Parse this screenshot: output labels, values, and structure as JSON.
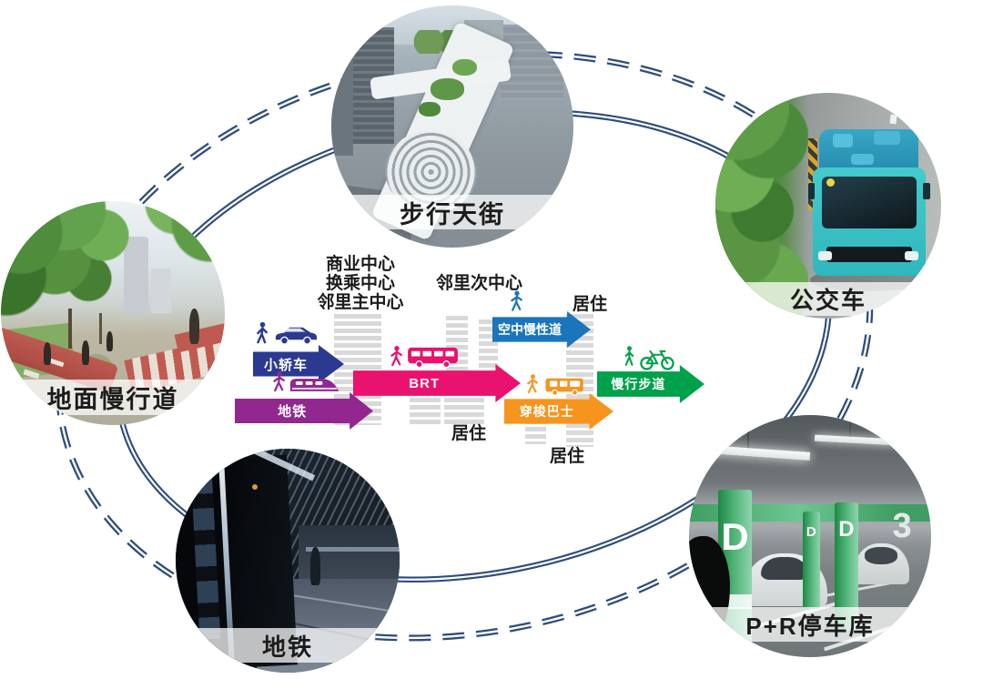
{
  "rings": {
    "color": "#2e4d7c",
    "outer_style": "dashed-double-line",
    "inner_style": "solid-double-line"
  },
  "photos": {
    "skywalk": {
      "label": "步行天街"
    },
    "bus": {
      "label": "公交车"
    },
    "parking": {
      "label": "P+R停车库",
      "pillar_letters": [
        "D",
        "D",
        "D"
      ],
      "wall_number": "3"
    },
    "metro": {
      "label": "地铁"
    },
    "greenway": {
      "label": "地面慢行道"
    }
  },
  "diagram": {
    "main_center_lines": [
      "商业中心",
      "换乘中心",
      "邻里主中心"
    ],
    "sub_center": "邻里次中心",
    "residence_top": "居住",
    "residence_left": "居住",
    "residence_right": "居住",
    "arrows": {
      "car": {
        "label": "小轿车",
        "color": "#2b3990"
      },
      "metro": {
        "label": "地铁",
        "color": "#92278f"
      },
      "brt": {
        "label": "BRT",
        "color": "#e9126e"
      },
      "aerial": {
        "label": "空中慢性道",
        "color": "#1b75bc"
      },
      "shuttle": {
        "label": "穿梭巴士",
        "color": "#f7941e"
      },
      "slow": {
        "label": "慢行步道",
        "color": "#00a14b"
      }
    }
  }
}
